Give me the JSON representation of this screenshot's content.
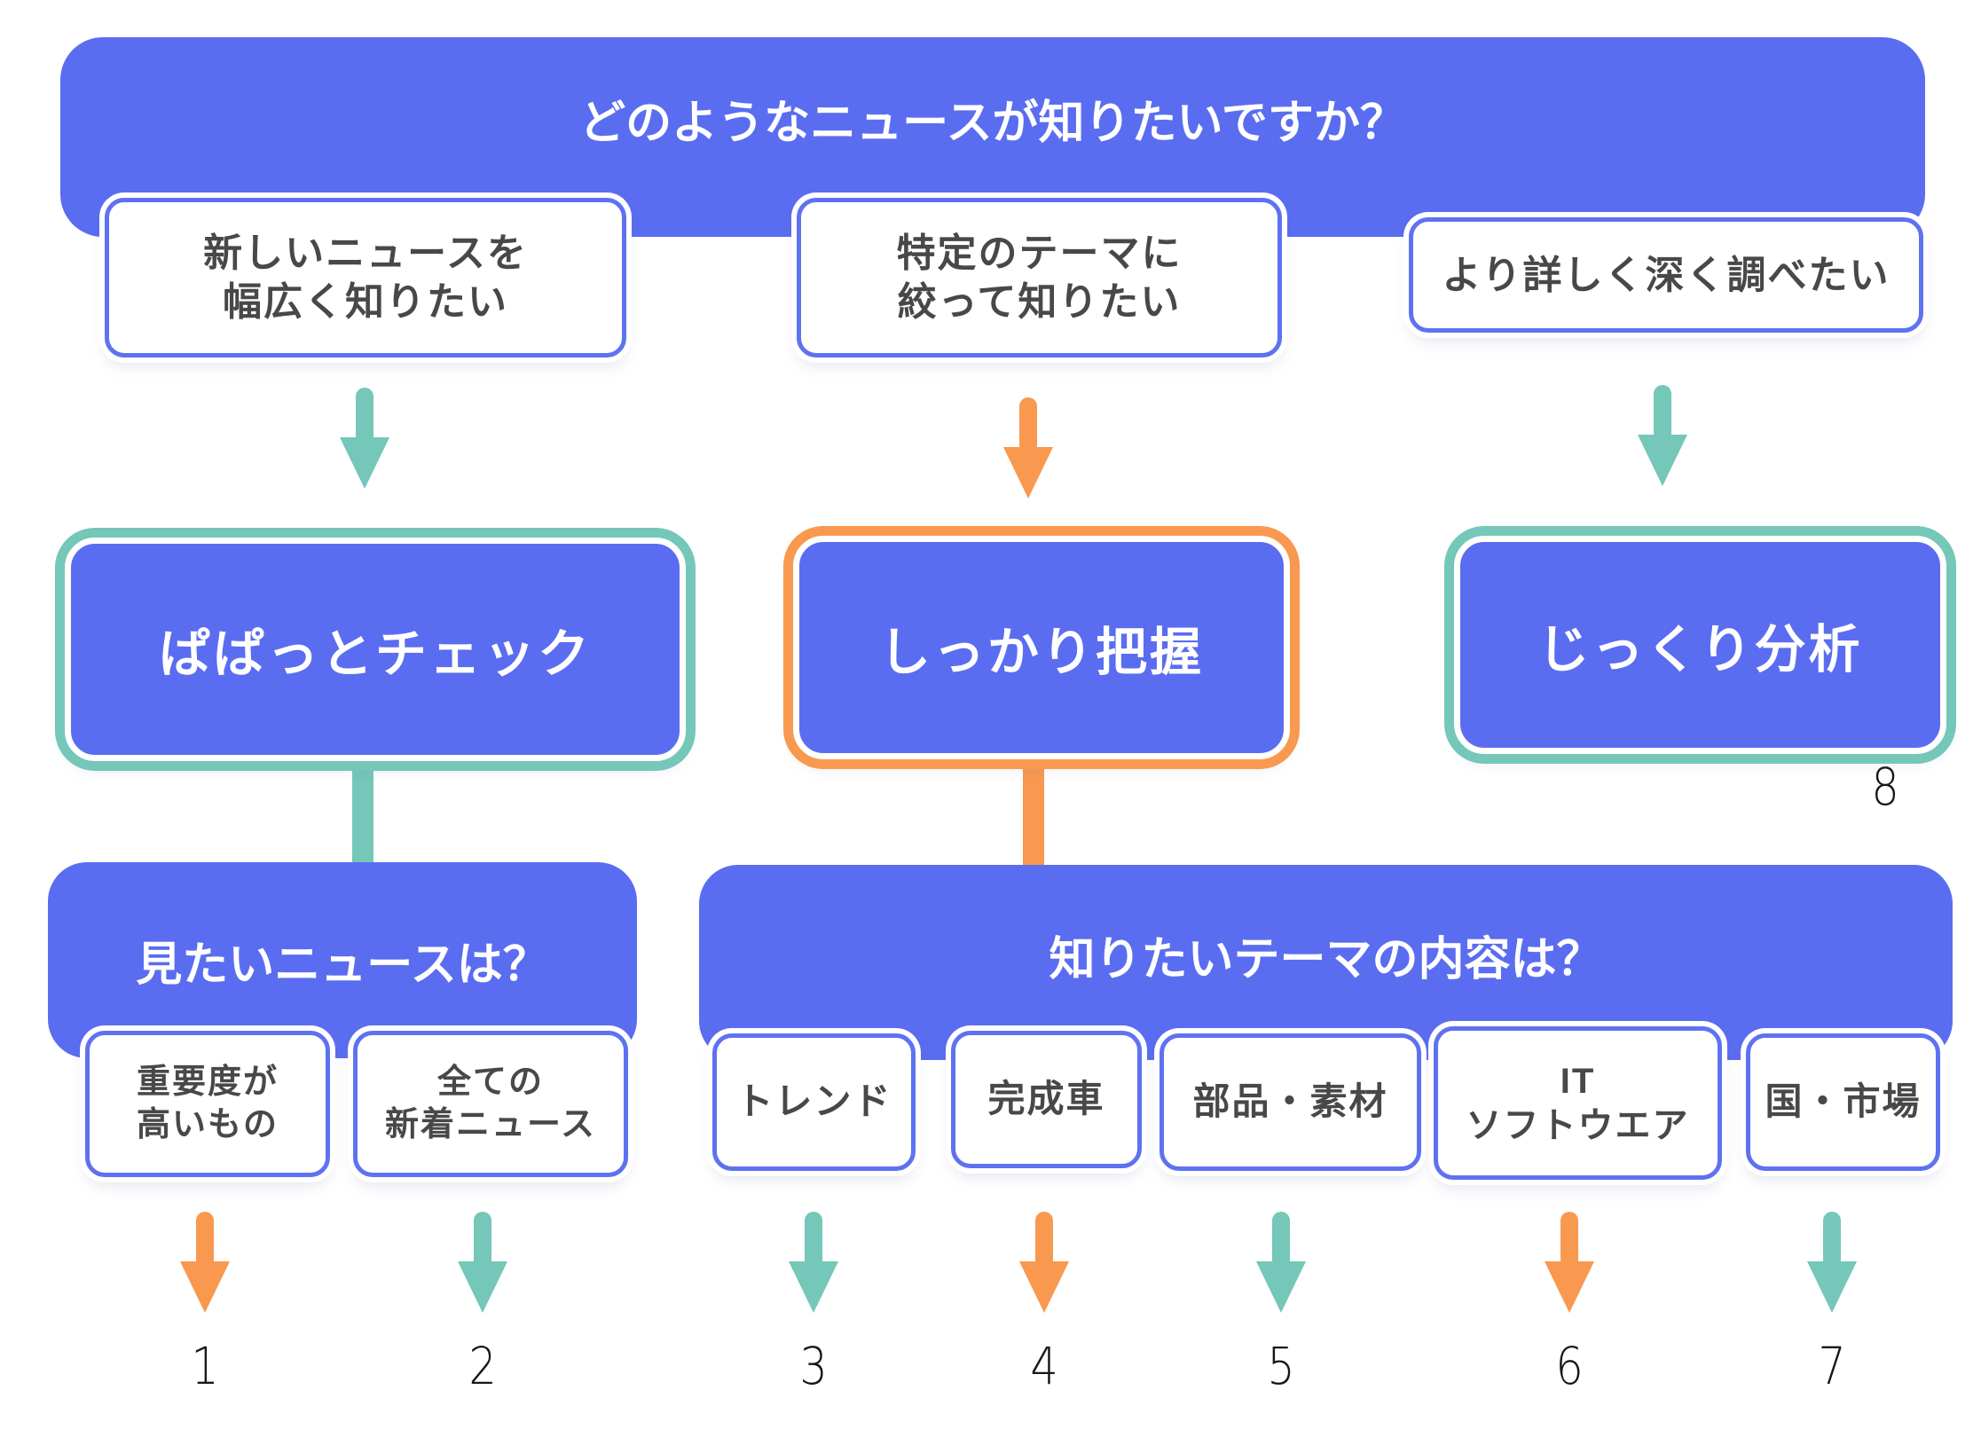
{
  "colors": {
    "banner_blue": "#5a6df0",
    "accent_teal": "#74c7b9",
    "accent_orange": "#f8994f",
    "box_border_blue": "#5e72f1",
    "label_dark": "#484848"
  },
  "top": {
    "question": "どのようなニュースが知りたいですか？",
    "options": [
      {
        "label": "新しいニュースを\n幅広く知りたい",
        "arrow_color": "teal"
      },
      {
        "label": "特定のテーマに\n絞って知りたい",
        "arrow_color": "orange"
      },
      {
        "label": "より詳しく深く調べたい",
        "arrow_color": "teal"
      }
    ]
  },
  "modes": [
    {
      "label": "ぱぱっとチェック",
      "ring": "teal"
    },
    {
      "label": "しっかり把握",
      "ring": "orange"
    },
    {
      "label": "じっくり分析",
      "ring": "teal",
      "number": "8"
    }
  ],
  "sub_left": {
    "question": "見たいニュースは？",
    "options": [
      {
        "label": "重要度が\n高いもの",
        "arrow_color": "orange",
        "number": "1"
      },
      {
        "label": "全ての\n新着ニュース",
        "arrow_color": "teal",
        "number": "2"
      }
    ]
  },
  "sub_right": {
    "question": "知りたいテーマの内容は？",
    "options": [
      {
        "label": "トレンド",
        "arrow_color": "teal",
        "number": "3"
      },
      {
        "label": "完成車",
        "arrow_color": "orange",
        "number": "4"
      },
      {
        "label": "部品・素材",
        "arrow_color": "teal",
        "number": "5"
      },
      {
        "label": "IT\nソフトウエア",
        "arrow_color": "orange",
        "number": "6"
      },
      {
        "label": "国・市場",
        "arrow_color": "teal",
        "number": "7"
      }
    ]
  }
}
